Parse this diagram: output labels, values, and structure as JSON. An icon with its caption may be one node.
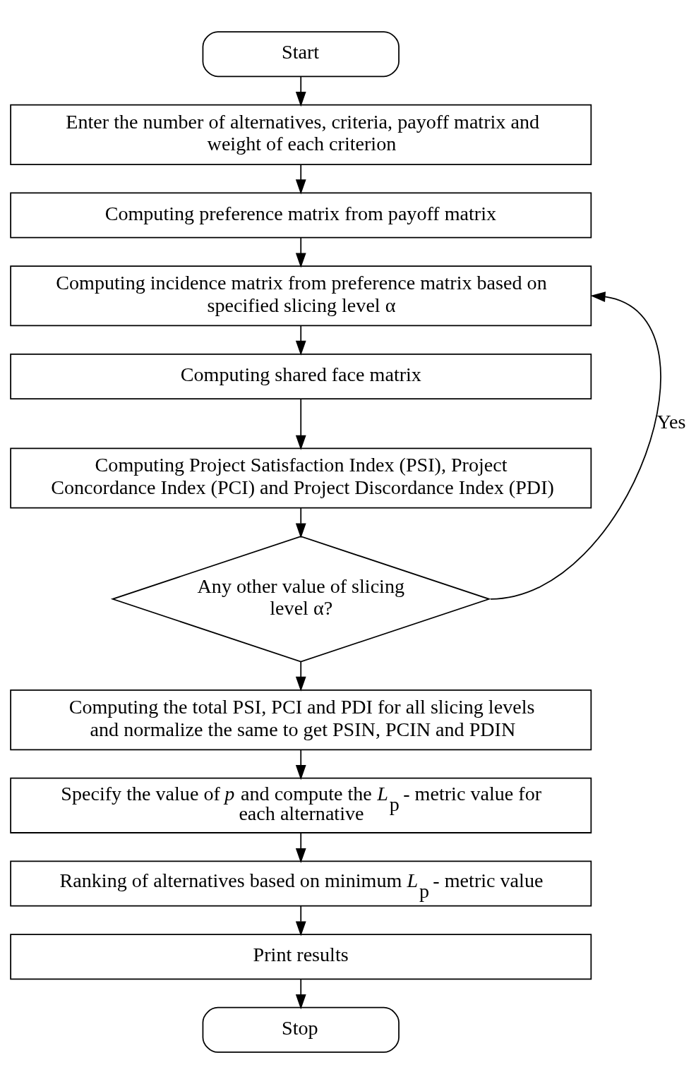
{
  "diagram": {
    "nodes": [
      {
        "text": [
          "Start"
        ]
      },
      {
        "text": [
          "Enter the number of alternatives, criteria, payoff matrix and weight of each criterion"
        ]
      },
      {
        "text": [
          "Computing preference matrix from payoff matrix"
        ]
      },
      {
        "text": [
          "Computing incidence matrix from preference matrix based on specified slicing level α"
        ]
      },
      {
        "text": [
          "Computing shared face matrix"
        ]
      },
      {
        "text": [
          "Computing Project Satisfaction Index (PSI), Project Concordance Index (PCI) and Project Discordance Index (PDI)"
        ]
      },
      {
        "text": [
          "Any other value of slicing level α?"
        ]
      },
      {
        "text": [
          "Computing the total PSI, PCI and PDI for all slicing levels and normalize the same to get PSIN, PCIN and PDIN"
        ]
      },
      {
        "text": [
          "Specify the value of *p* and compute the *L*$_{p}$ - metric value for each alternative"
        ]
      },
      {
        "text": [
          "Ranking of alternatives based on minimum *L*$_{p}$ - metric value"
        ]
      },
      {
        "text": [
          "Print results"
        ]
      },
      {
        "text": [
          "Stop"
        ]
      }
    ],
    "edges": [
      {
        "from": 0,
        "to": 1,
        "arrow": "to"
      },
      {
        "from": 1,
        "to": 2,
        "arrow": "to"
      },
      {
        "from": 2,
        "to": 3,
        "arrow": "to"
      },
      {
        "from": 3,
        "to": 4,
        "arrow": "to"
      },
      {
        "from": 4,
        "to": 5,
        "arrow": "to"
      },
      {
        "from": 5,
        "to": 6,
        "arrow": "to"
      },
      {
        "from": 6,
        "to": 3,
        "arrow": "to",
        "label": "Yes"
      },
      {
        "from": 6,
        "to": 7,
        "arrow": "to"
      },
      {
        "from": 7,
        "to": 8,
        "arrow": "to"
      },
      {
        "from": 8,
        "to": 9,
        "arrow": "to"
      },
      {
        "from": 9,
        "to": 10,
        "arrow": "to"
      },
      {
        "from": 10,
        "to": 11,
        "arrow": "to"
      }
    ]
  }
}
